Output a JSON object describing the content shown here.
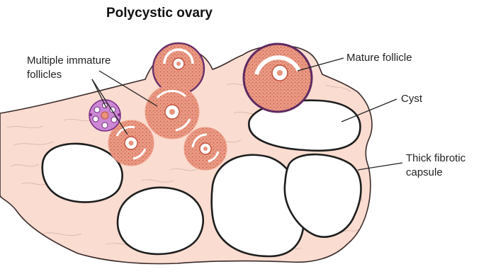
{
  "title": "Polycystic ovary",
  "labels": {
    "immature_line1": "Multiple immature",
    "immature_line2": "follicles",
    "mature": "Mature follicle",
    "cyst": "Cyst",
    "capsule_line1": "Thick fibrotic",
    "capsule_line2": "capsule"
  },
  "colors": {
    "stroma": "#fadcd0",
    "follicle": "#e8937c",
    "follicle_dots": "#c0503c",
    "mature_rim": "#6a2f6a",
    "cyst_fill": "#ffffff",
    "outline": "#2a2a2a",
    "primordial": "#c06fc8"
  }
}
